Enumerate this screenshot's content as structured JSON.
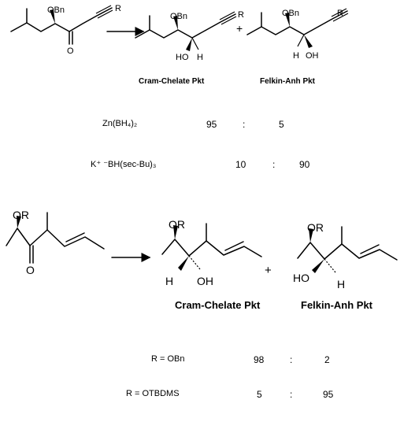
{
  "scheme1": {
    "sm_obn": "OBn",
    "sm_r": "R",
    "sm_o": "O",
    "p1_obn": "OBn",
    "p1_r": "R",
    "p1_ho": "HO",
    "p1_h": "H",
    "plus": "+",
    "p2_obn": "OBn",
    "p2_r": "R",
    "p2_h": "H",
    "p2_oh": "OH",
    "cram_label": "Cram-Chelate Pkt",
    "felkin_label": "Felkin-Anh Pkt",
    "rows": [
      {
        "reagent": "Zn(BH₄)₂",
        "cram": "95",
        "sep": ":",
        "felkin": "5"
      },
      {
        "reagent": "K⁺ ⁻BH(sec-Bu)₃",
        "cram": "10",
        "sep": ":",
        "felkin": "90"
      }
    ]
  },
  "scheme2": {
    "sm_or": "OR",
    "sm_o": "O",
    "p1_or": "OR",
    "p1_h": "H",
    "p1_oh": "OH",
    "plus": "+",
    "p2_or": "OR",
    "p2_ho": "HO",
    "p2_h": "H",
    "cram_label": "Cram-Chelate Pkt",
    "felkin_label": "Felkin-Anh Pkt",
    "rows": [
      {
        "substituent": "R = OBn",
        "cram": "98",
        "sep": ":",
        "felkin": "2"
      },
      {
        "substituent": "R = OTBDMS",
        "cram": "5",
        "sep": ":",
        "felkin": "95"
      }
    ]
  }
}
